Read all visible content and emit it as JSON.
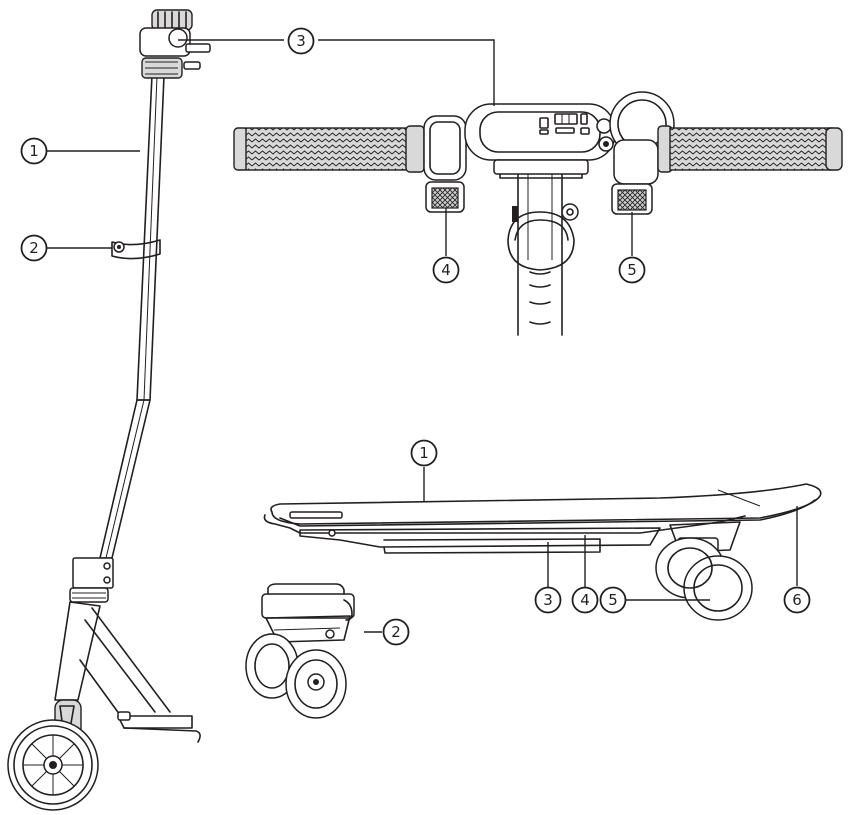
{
  "colors": {
    "line": "#231f20",
    "background": "#ffffff",
    "grip_fill": "#d9d9d9"
  },
  "scooter": {
    "callouts": [
      {
        "id": "frame",
        "label": "1"
      },
      {
        "id": "clamp",
        "label": "2"
      },
      {
        "id": "handlebar-display",
        "label": "3"
      },
      {
        "id": "left-throttle",
        "label": "4"
      },
      {
        "id": "right-throttle",
        "label": "5"
      }
    ]
  },
  "skateboard": {
    "callouts": [
      {
        "id": "deck",
        "label": "1"
      },
      {
        "id": "rear-truck",
        "label": "2"
      },
      {
        "id": "battery",
        "label": "3"
      },
      {
        "id": "strip",
        "label": "4"
      },
      {
        "id": "wheel",
        "label": "5"
      },
      {
        "id": "tail",
        "label": "6"
      }
    ]
  }
}
